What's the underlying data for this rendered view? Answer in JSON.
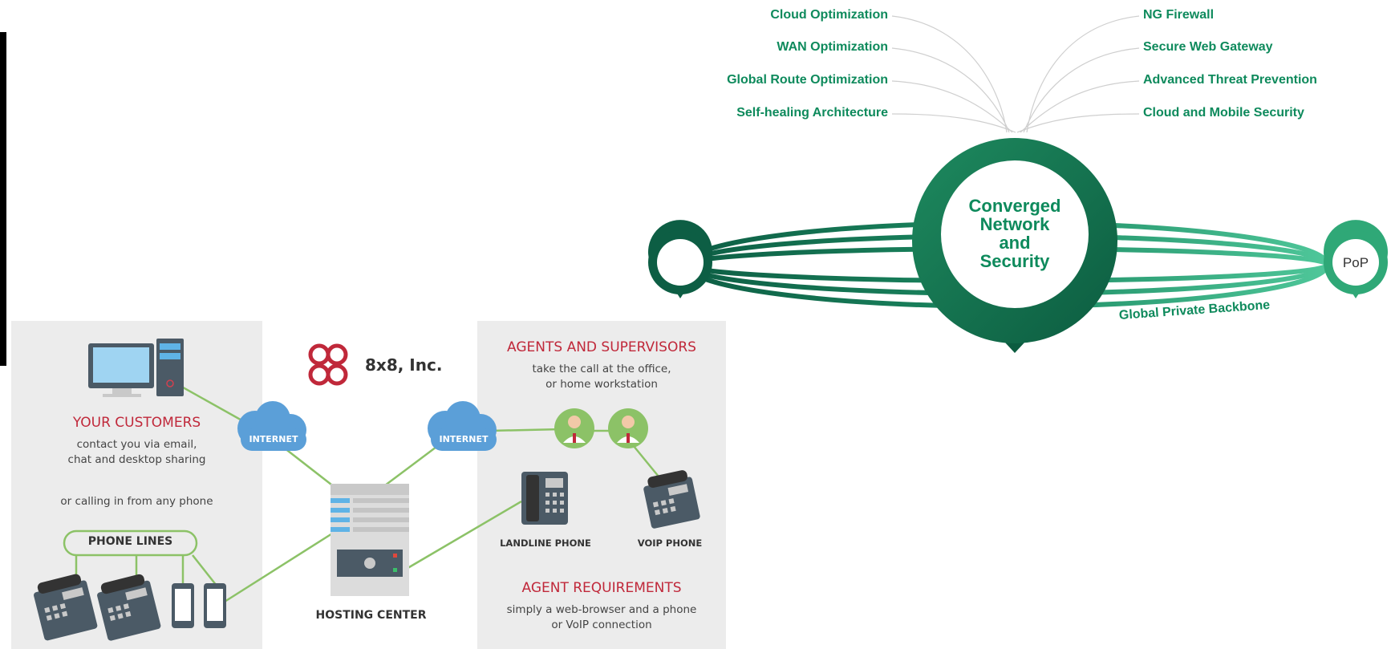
{
  "left_diagram": {
    "brand": "8x8, Inc.",
    "customers": {
      "title": "YOUR CUSTOMERS",
      "line1": "contact you via email,",
      "line2": "chat and desktop sharing",
      "line3": "or calling in from any phone"
    },
    "phone_lines_label": "PHONE LINES",
    "internet_left": "INTERNET",
    "internet_right": "INTERNET",
    "hosting_center": "HOSTING CENTER",
    "agents": {
      "title": "AGENTS AND SUPERVISORS",
      "line1": "take the call at the office,",
      "line2": "or home workstation"
    },
    "landline_label": "LANDLINE PHONE",
    "voip_label": "VOIP PHONE",
    "requirements": {
      "title": "AGENT REQUIREMENTS",
      "line1": "simply a web-browser and a phone",
      "line2": "or VoIP connection"
    }
  },
  "right_diagram": {
    "center_line1": "Converged",
    "center_line2": "Network",
    "center_line3": "and",
    "center_line4": "Security",
    "left_features": [
      "Cloud Optimization",
      "WAN Optimization",
      "Global Route Optimization",
      "Self-healing Architecture"
    ],
    "right_features": [
      "NG Firewall",
      "Secure Web Gateway",
      "Advanced Threat Prevention",
      "Cloud and Mobile Security"
    ],
    "pop_label": "PoP",
    "backbone_label": "Global Private Backbone"
  },
  "colors": {
    "brand_red": "#c0283a",
    "brand_green": "#0e8a5c",
    "cloud_blue": "#5b9fd8",
    "link_green": "#8cc267",
    "panel_grey": "#ececec"
  }
}
